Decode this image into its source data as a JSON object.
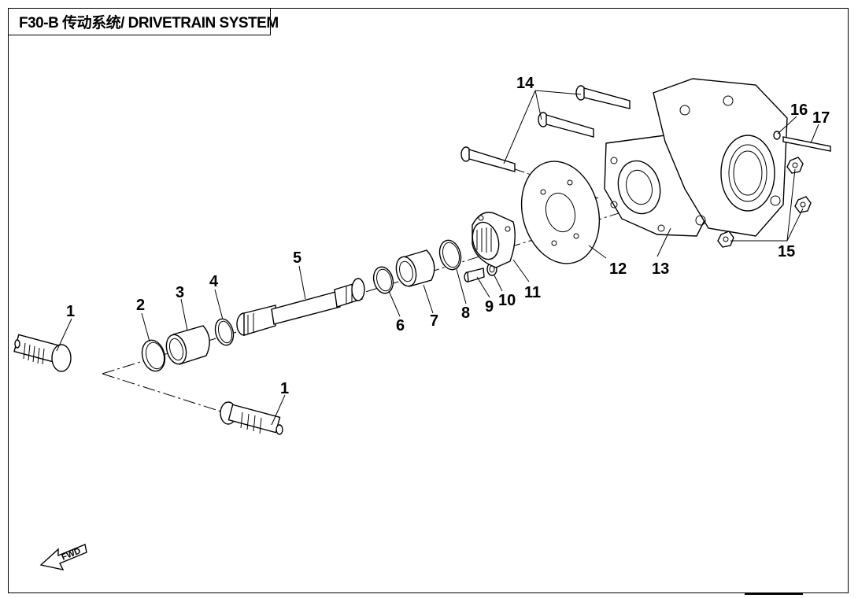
{
  "title": "F30-B 传动系统/ DRIVETRAIN SYSTEM",
  "callouts": [
    "1",
    "1",
    "2",
    "3",
    "4",
    "5",
    "6",
    "7",
    "8",
    "9",
    "10",
    "11",
    "12",
    "13",
    "14",
    "15",
    "16",
    "17"
  ],
  "fwd_label": "FWD"
}
